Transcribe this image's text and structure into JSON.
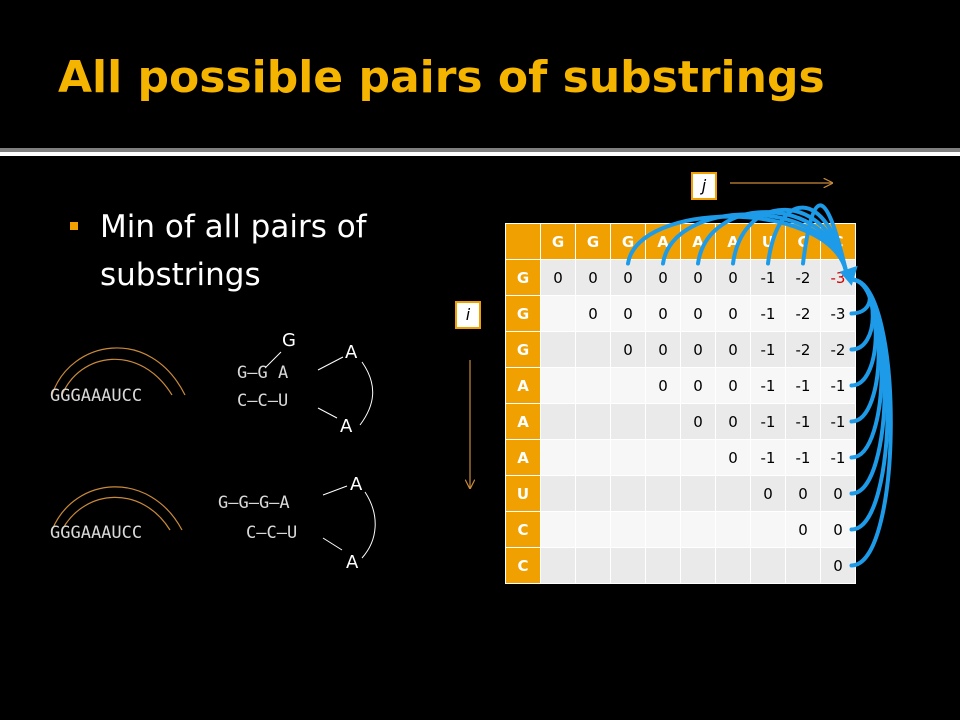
{
  "slide": {
    "title": "All possible pairs of substrings",
    "bullet": "Min of all pairs of substrings"
  },
  "examples": [
    {
      "sequence": "GGGAAAUCC",
      "structure": {
        "top": "G",
        "line1": "G–G A",
        "line2": "C–C–U",
        "right_top": "A",
        "right_bottom": "A"
      }
    },
    {
      "sequence": "GGGAAAUCC",
      "structure": {
        "line1": "G–G–G–A",
        "line2": "C–C–U",
        "right_top": "A",
        "right_bottom": "A"
      }
    }
  ],
  "axes": {
    "j_label": "j",
    "i_label": "i"
  },
  "table": {
    "corner": "",
    "columns": [
      "G",
      "G",
      "G",
      "A",
      "A",
      "A",
      "U",
      "C",
      "C"
    ],
    "rows": [
      {
        "label": "G",
        "cells": [
          "0",
          "0",
          "0",
          "0",
          "0",
          "0",
          "-1",
          "-2",
          "-3"
        ]
      },
      {
        "label": "G",
        "cells": [
          "",
          "0",
          "0",
          "0",
          "0",
          "0",
          "-1",
          "-2",
          "-3"
        ]
      },
      {
        "label": "G",
        "cells": [
          "",
          "",
          "0",
          "0",
          "0",
          "0",
          "-1",
          "-2",
          "-2"
        ]
      },
      {
        "label": "A",
        "cells": [
          "",
          "",
          "",
          "0",
          "0",
          "0",
          "-1",
          "-1",
          "-1"
        ]
      },
      {
        "label": "A",
        "cells": [
          "",
          "",
          "",
          "",
          "0",
          "0",
          "-1",
          "-1",
          "-1"
        ]
      },
      {
        "label": "A",
        "cells": [
          "",
          "",
          "",
          "",
          "",
          "0",
          "-1",
          "-1",
          "-1"
        ]
      },
      {
        "label": "U",
        "cells": [
          "",
          "",
          "",
          "",
          "",
          "",
          "0",
          "0",
          "0"
        ]
      },
      {
        "label": "C",
        "cells": [
          "",
          "",
          "",
          "",
          "",
          "",
          "",
          "0",
          "0"
        ]
      },
      {
        "label": "C",
        "cells": [
          "",
          "",
          "",
          "",
          "",
          "",
          "",
          "",
          "0"
        ]
      }
    ],
    "highlight_value": "-3"
  },
  "colors": {
    "title": "#f5b400",
    "header": "#f0a000",
    "arrow": "#1e9be8",
    "highlight": "#d00000"
  }
}
